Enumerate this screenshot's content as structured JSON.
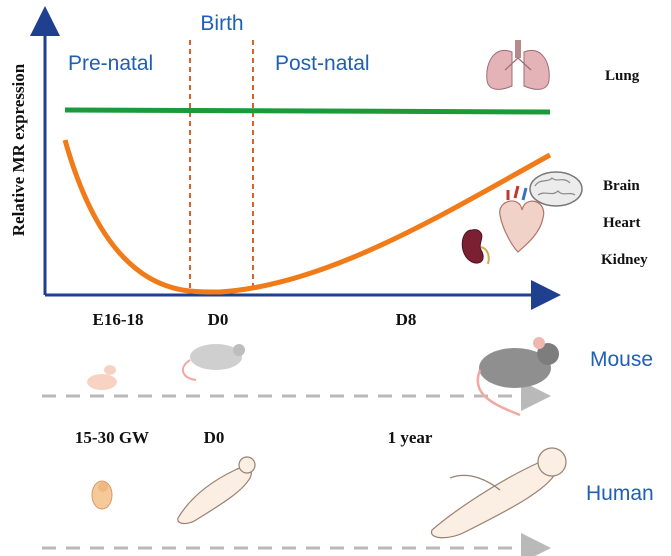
{
  "figure": {
    "ylabel": "Relative MR expression",
    "phases": {
      "prenatal": "Pre-natal",
      "birth": "Birth",
      "postnatal": "Post-natal"
    },
    "x_ticks": [
      "E16-18",
      "D0",
      "D8"
    ],
    "organs": [
      "Lung",
      "Brain",
      "Heart",
      "Kidney"
    ],
    "timelines": {
      "mouse": {
        "label": "Mouse"
      },
      "human": {
        "label": "Human",
        "ticks": [
          "15-30 GW",
          "D0",
          "1 year"
        ]
      }
    },
    "icons": [
      "lung-icon",
      "brain-icon",
      "heart-icon",
      "kidney-icon",
      "mouse-embryo-icon",
      "mouse-newborn-icon",
      "mouse-adult-icon",
      "human-fetus-icon",
      "human-newborn-icon",
      "human-infant-icon"
    ]
  },
  "colors": {
    "lung_curve": "#1a9a3a",
    "organ_curve": "#f07b18",
    "birth_dashes": "#d4622a",
    "axis": "#1f3f8f",
    "timeline_arrow": "#b9b9b9",
    "phase_text": "#1f5fb5"
  }
}
